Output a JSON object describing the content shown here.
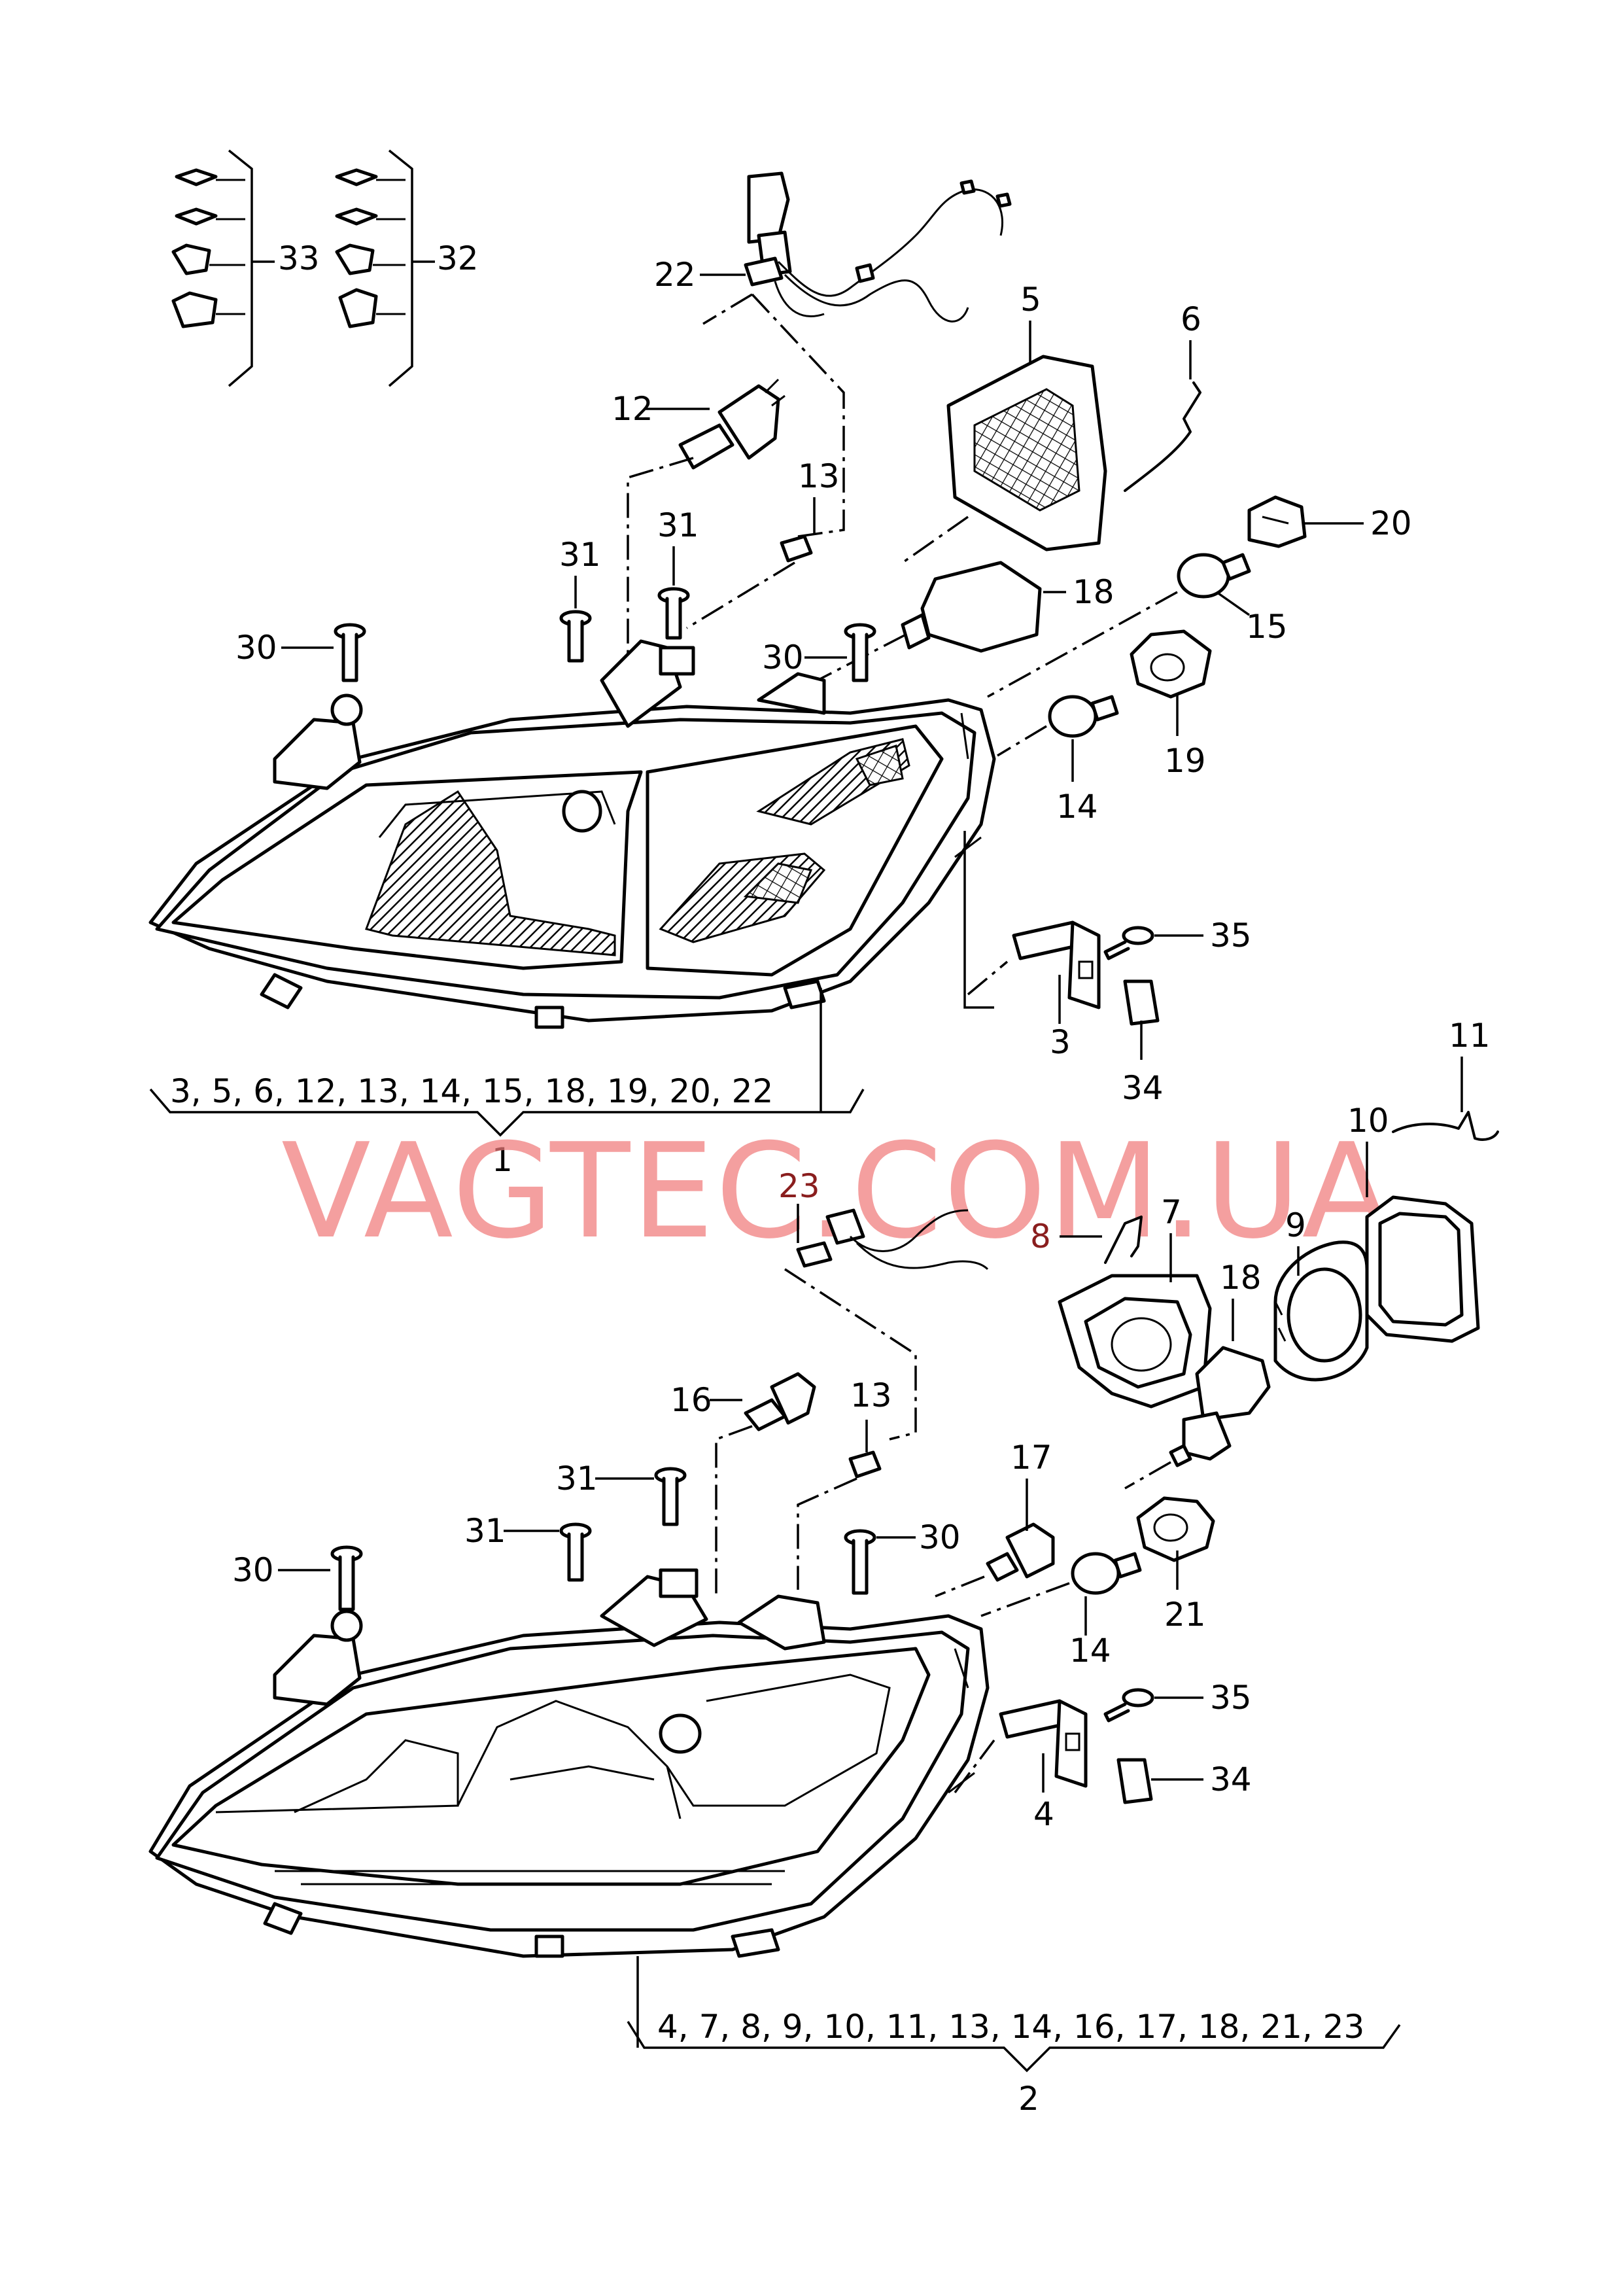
{
  "watermark": "VAGTEC.COM.UA",
  "group_1": {
    "list": "3, 5, 6, 12, 13, 14, 15, 18, 19, 20, 22",
    "number": "1"
  },
  "group_2": {
    "list": "4, 7, 8, 9, 10, 11, 13, 14, 16, 17, 18, 21, 23",
    "number": "2"
  },
  "callouts": {
    "c33": "33",
    "c32": "32",
    "c22": "22",
    "c5": "5",
    "c6": "6",
    "c12": "12",
    "c13a": "13",
    "c20": "20",
    "c31a": "31",
    "c31b": "31",
    "c18a": "18",
    "c15": "15",
    "c30a": "30",
    "c30b": "30",
    "c19": "19",
    "c14a": "14",
    "c35a": "35",
    "c3": "3",
    "c34a": "34",
    "c11": "11",
    "c10": "10",
    "c23": "23",
    "c8": "8",
    "c7": "7",
    "c9": "9",
    "c18b": "18",
    "c16": "16",
    "c13b": "13",
    "c17": "17",
    "c31c": "31",
    "c31d": "31",
    "c30c": "30",
    "c30d": "30",
    "c21": "21",
    "c14b": "14",
    "c35b": "35",
    "c34b": "34",
    "c4": "4"
  },
  "colors": {
    "line": "#000000",
    "watermark": "#f07a7a",
    "callout_red": "#8a1e1e"
  }
}
